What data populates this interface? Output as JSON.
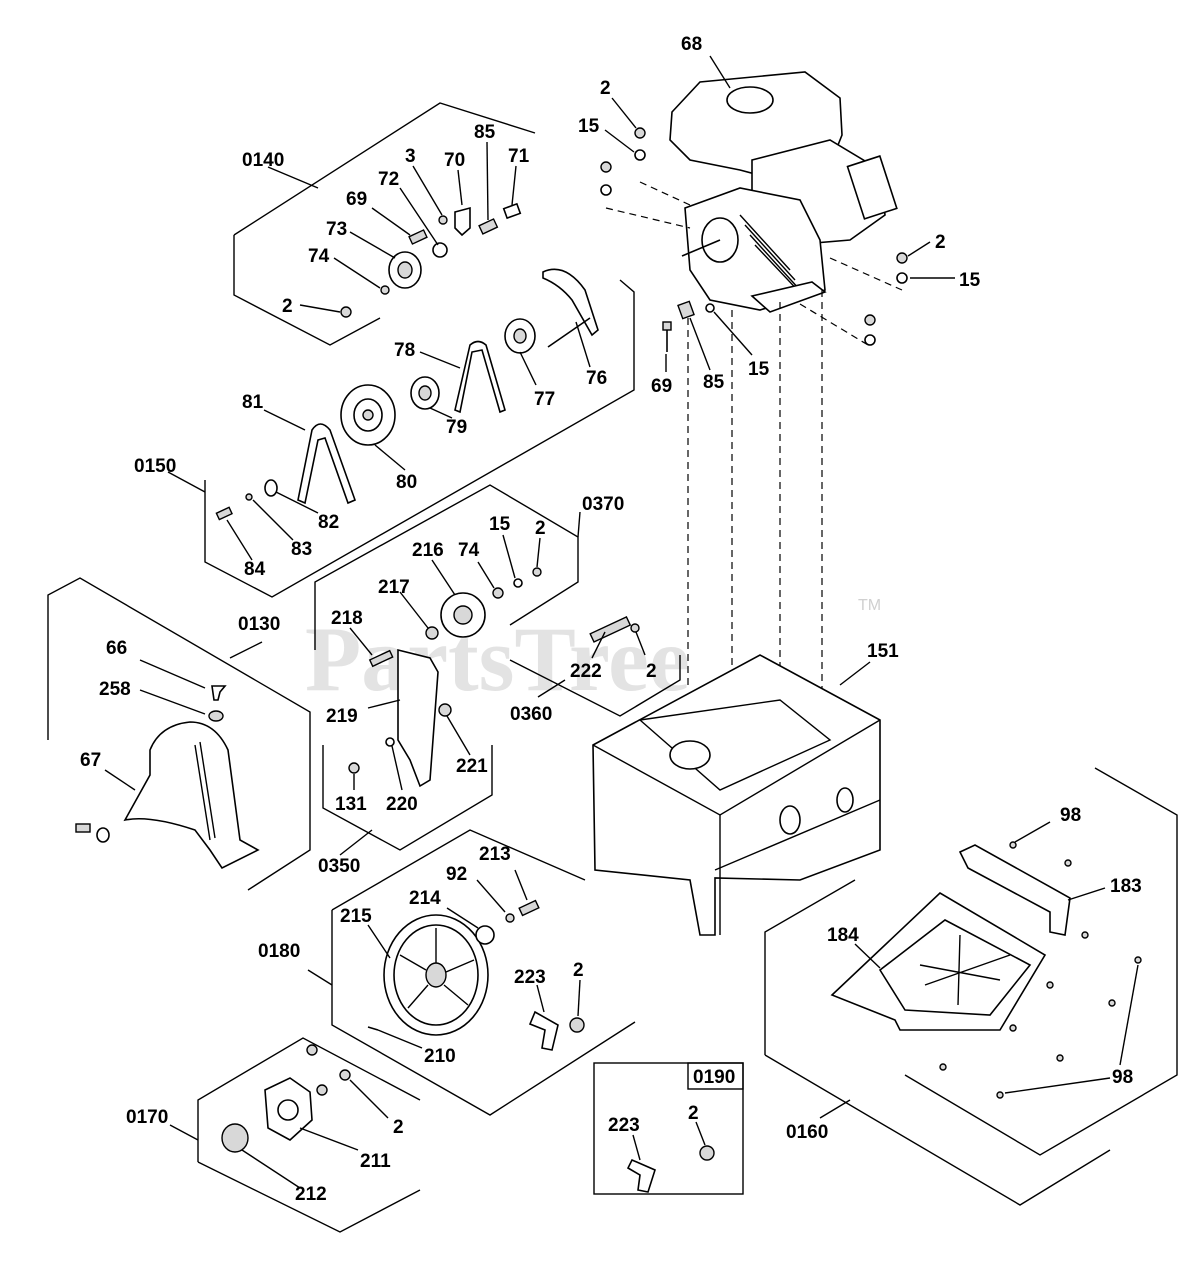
{
  "watermark": {
    "text": "PartsTree",
    "trademark": "TM"
  },
  "groups": [
    {
      "id": "0140"
    },
    {
      "id": "0150"
    },
    {
      "id": "0130"
    },
    {
      "id": "0370"
    },
    {
      "id": "0360"
    },
    {
      "id": "0350"
    },
    {
      "id": "0180"
    },
    {
      "id": "0170"
    },
    {
      "id": "0190"
    },
    {
      "id": "0160"
    }
  ],
  "callouts": [
    "68",
    "2",
    "15",
    "2",
    "15",
    "69",
    "85",
    "15",
    "3",
    "70",
    "85",
    "71",
    "72",
    "69",
    "73",
    "74",
    "2",
    "78",
    "77",
    "76",
    "81",
    "80",
    "79",
    "0150",
    "82",
    "83",
    "84",
    "216",
    "74",
    "15",
    "2",
    "217",
    "218",
    "222",
    "2",
    "219",
    "221",
    "131",
    "220",
    "66",
    "258",
    "67",
    "92",
    "213",
    "214",
    "215",
    "223",
    "2",
    "210",
    "2",
    "211",
    "212",
    "223",
    "2",
    "151",
    "98",
    "183",
    "184",
    "98"
  ]
}
